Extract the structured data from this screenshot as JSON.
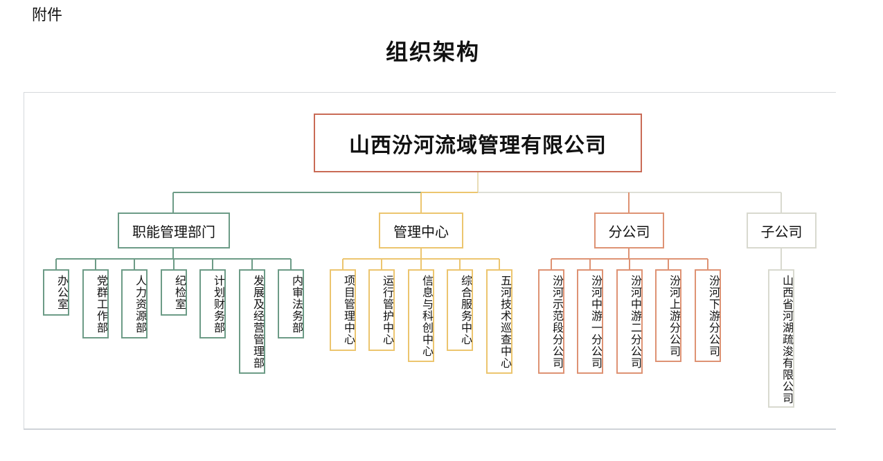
{
  "header": {
    "attachment_label": "附件",
    "title": "组织架构"
  },
  "org": {
    "root": "山西汾河流域管理有限公司",
    "branches": [
      {
        "label": "职能管理部门",
        "color": "#6c9b86",
        "children": [
          "办公室",
          "党群工作部",
          "人力资源部",
          "纪检室",
          "计划财务部",
          "发展及经营管理部",
          "内审法务部"
        ]
      },
      {
        "label": "管理中心",
        "color": "#ecc56e",
        "children": [
          "项目管理中心",
          "运行管护中心",
          "信息与科创中心",
          "综合服务中心",
          "五河技术巡查中心"
        ]
      },
      {
        "label": "分公司",
        "color": "#de9273",
        "children": [
          "汾河示范段分公司",
          "汾河中游一分公司",
          "汾河中游二分公司",
          "汾河上游分公司",
          "汾河下游分公司"
        ]
      },
      {
        "label": "子公司",
        "color": "#d8d9cf",
        "children": [
          "山西省河湖疏浚有限公司"
        ]
      }
    ]
  }
}
